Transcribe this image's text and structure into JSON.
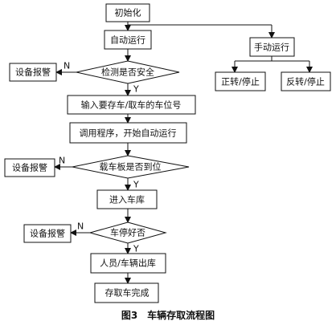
{
  "nodes": {
    "init": "初始化",
    "auto": "自动运行",
    "manual": "手动运行",
    "forward": "正转/停止",
    "reverse": "反转/停止",
    "check_safe": "检测是否安全",
    "alarm1": "设备报警",
    "input_slot": "输入要存车/取车的车位号",
    "call_program": "调用程序，开始自动运行",
    "check_board": "载车板是否到位",
    "alarm2": "设备报警",
    "enter_garage": "进入车库",
    "check_parked": "车停好否",
    "alarm3": "设备报警",
    "exit_garage": "人员/车辆出库",
    "complete": "存取车完成"
  },
  "edge_labels": {
    "yes": "Y",
    "no": "N"
  },
  "caption": "图3　车辆存取流程图"
}
